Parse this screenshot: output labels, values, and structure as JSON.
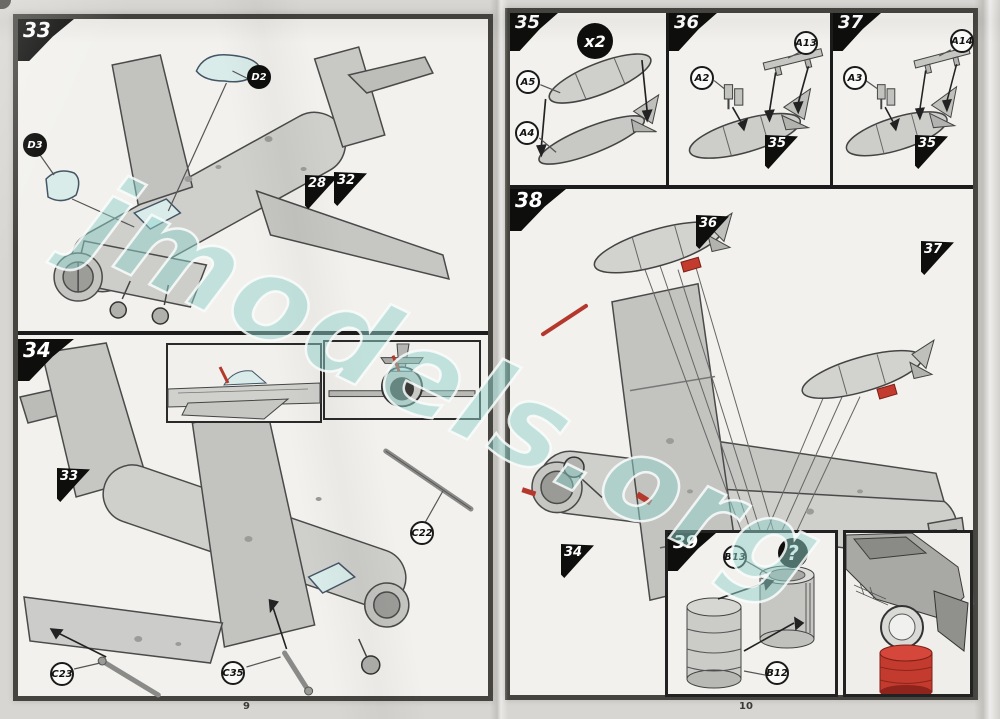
{
  "watermark": {
    "text": "jmodels.org"
  },
  "left_page": {
    "page_number": "9",
    "step33": {
      "number": "33",
      "callout_d2": "D2",
      "callout_d3": "D3",
      "flag_28": "28",
      "flag_32": "32"
    },
    "step34": {
      "number": "34",
      "flag_33": "33",
      "callout_c22": "C22",
      "callout_c23": "C23",
      "callout_c35": "C35"
    }
  },
  "right_page": {
    "page_number": "10",
    "step35": {
      "number": "35",
      "quantity_label": "x2",
      "callout_a5": "A5",
      "callout_a4": "A4"
    },
    "step36": {
      "number": "36",
      "callout_a2": "A2",
      "callout_a13": "A13",
      "flag_35": "35"
    },
    "step37": {
      "number": "37",
      "callout_a3": "A3",
      "callout_a14": "A14",
      "flag_35": "35"
    },
    "step38": {
      "number": "38",
      "flag_36": "36",
      "flag_37": "37",
      "flag_34": "34"
    },
    "step39": {
      "number": "39",
      "callout_b13": "B13",
      "callout_b12": "B12",
      "unknown_symbol": "?"
    }
  },
  "colors": {
    "accent_red": "#c23b2e",
    "canopy_tint": "#d9ecea",
    "watermark_teal": "#92d2cb",
    "paper": "#f2f1ed"
  }
}
